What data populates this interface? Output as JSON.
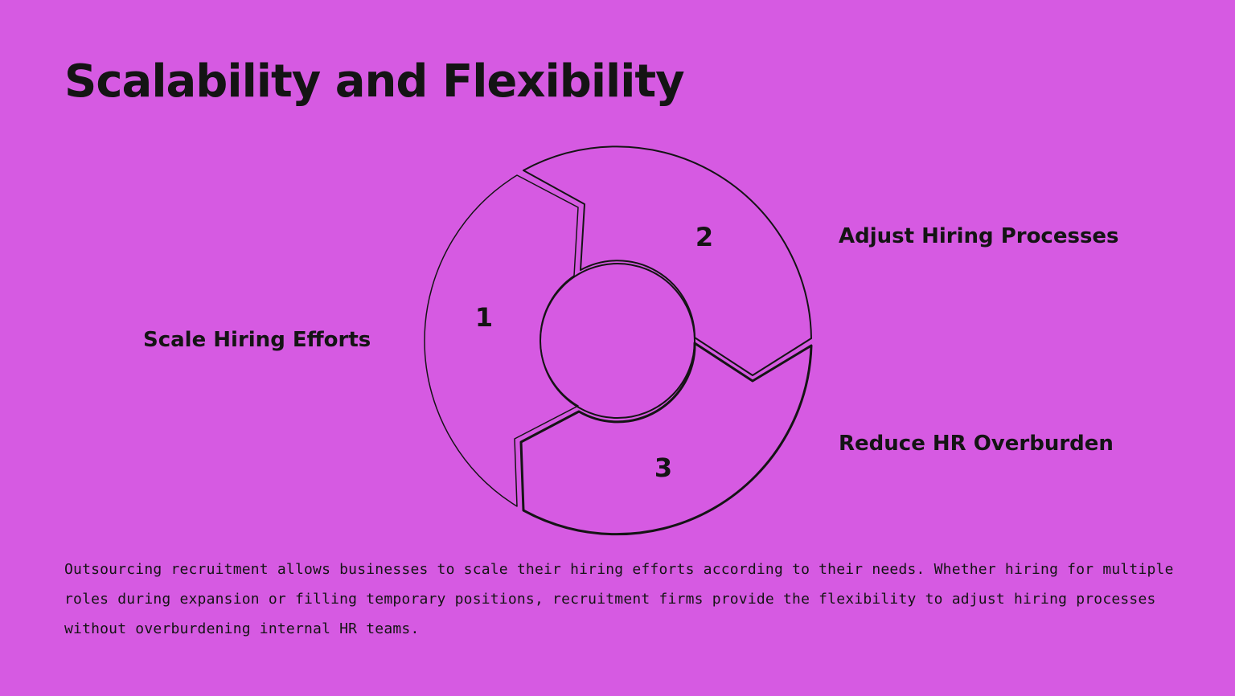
{
  "slide": {
    "title": "Scalability and Flexibility",
    "description": "Outsourcing recruitment allows businesses to scale their hiring efforts according to their needs. Whether hiring for multiple roles during expansion or filling temporary positions, recruitment firms provide the flexibility to adjust hiring processes without overburdening internal HR teams."
  },
  "cycle": {
    "segments": [
      {
        "number": "1",
        "label": "Scale Hiring Efforts"
      },
      {
        "number": "2",
        "label": "Adjust Hiring Processes"
      },
      {
        "number": "3",
        "label": "Reduce HR Overburden"
      }
    ]
  },
  "colors": {
    "background": "#d65ae2",
    "foreground": "#141414"
  }
}
